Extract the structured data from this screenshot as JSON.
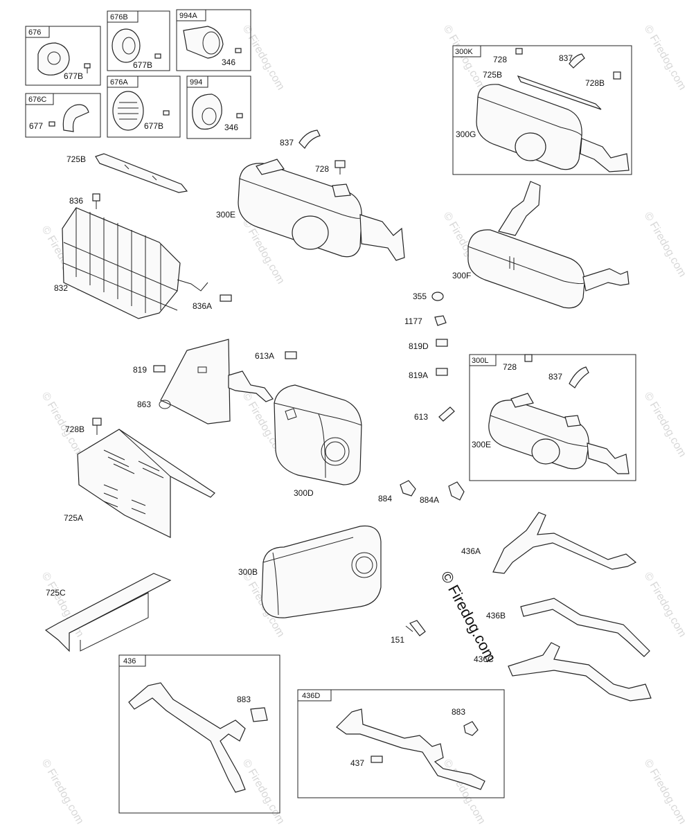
{
  "labels": {
    "b676": "676",
    "b676_677b": "677B",
    "b676b": "676B",
    "b676b_677b": "677B",
    "b994a": "994A",
    "b994a_346": "346",
    "b676c": "676C",
    "b676c_677": "677",
    "b676a": "676A",
    "b676a_677b": "677B",
    "b994": "994",
    "b994_346": "346",
    "b300k": "300K",
    "b300k_728": "728",
    "b300k_837": "837",
    "b300k_725b": "725B",
    "b300k_728b": "728B",
    "b300k_300g": "300G",
    "p837": "837",
    "p728": "728",
    "p725b": "725B",
    "p836": "836",
    "p300e": "300E",
    "p300f": "300F",
    "p832": "832",
    "p836a": "836A",
    "p355": "355",
    "p1177": "1177",
    "p819d": "819D",
    "p819a": "819A",
    "p613": "613",
    "b300l": "300L",
    "b300l_728": "728",
    "b300l_837": "837",
    "b300l_300e": "300E",
    "p819": "819",
    "p613a": "613A",
    "p863": "863",
    "p300d": "300D",
    "p728b": "728B",
    "p725a": "725A",
    "p884": "884",
    "p884a": "884A",
    "p436a": "436A",
    "p436b": "436B",
    "p436c": "436C",
    "p300b": "300B",
    "p725c": "725C",
    "p151": "151",
    "b436": "436",
    "b436_883": "883",
    "b436d": "436D",
    "b436d_883": "883",
    "b436d_437": "437"
  },
  "watermark": {
    "text": "© Firedog.com"
  },
  "colors": {
    "line": "#222222",
    "watermark": "#d8d8d8"
  }
}
